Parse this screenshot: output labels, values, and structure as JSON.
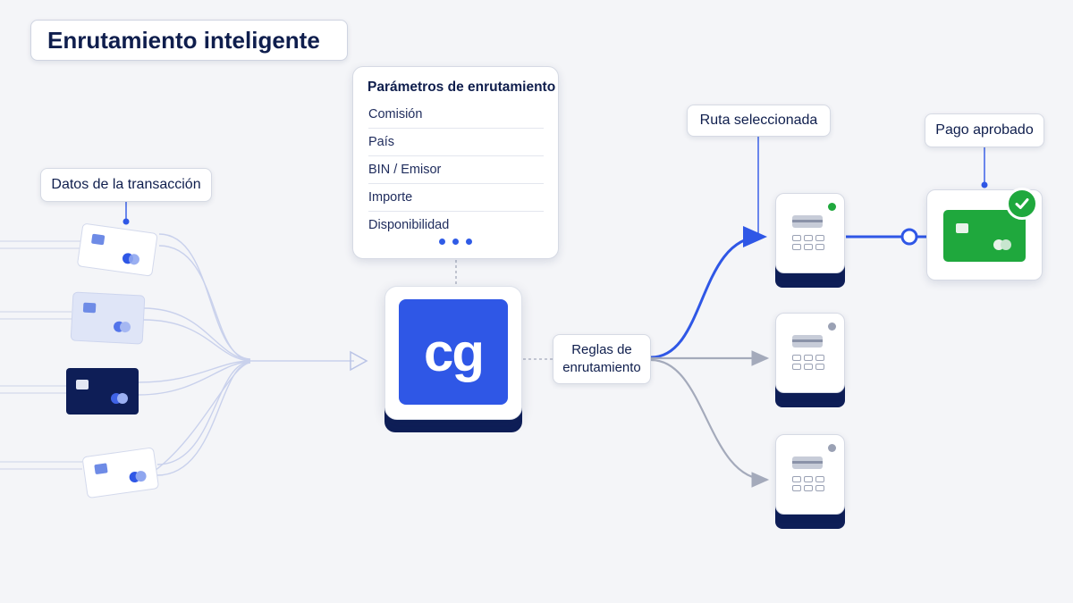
{
  "title": "Enrutamiento inteligente",
  "transaction_label": "Datos de la transacción",
  "params": {
    "title": "Parámetros de enrutamiento",
    "items": [
      "Comisión",
      "País",
      "BIN / Emisor",
      "Importe",
      "Disponibilidad"
    ]
  },
  "logo_text": "cg",
  "rules_label": {
    "line1": "Reglas de",
    "line2": "enrutamiento"
  },
  "selected_route_label": "Ruta seleccionada",
  "approved_label": "Pago aprobado",
  "icons": {
    "cards": [
      "card-icon",
      "card-icon",
      "card-icon",
      "card-icon"
    ],
    "terminals": [
      "payment-terminal-icon",
      "payment-terminal-icon",
      "payment-terminal-icon"
    ],
    "check": "check-icon"
  },
  "colors": {
    "accent": "#2f57e6",
    "navy": "#0e1e57",
    "approved": "#1fa83d",
    "inactive": "#a4aabb",
    "background": "#f4f5f8"
  }
}
